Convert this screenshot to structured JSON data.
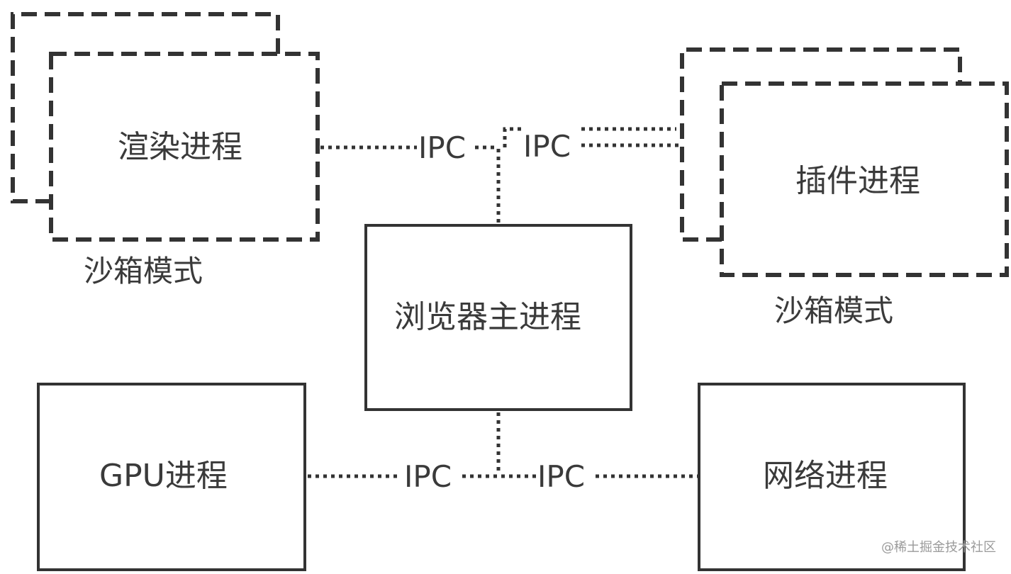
{
  "nodes": {
    "renderer": "渲染进程",
    "plugin": "插件进程",
    "browser_main": "浏览器主进程",
    "gpu": "GPU进程",
    "network": "网络进程"
  },
  "captions": {
    "renderer_sandbox": "沙箱模式",
    "plugin_sandbox": "沙箱模式"
  },
  "ipc_labels": {
    "renderer_link": "IPC",
    "plugin_link": "IPC",
    "gpu_link": "IPC",
    "network_link": "IPC"
  },
  "watermark": "@稀土掘金技术社区",
  "colors": {
    "stroke": "#333333",
    "text": "#3a3a3a",
    "watermark": "#9a9a9a"
  }
}
